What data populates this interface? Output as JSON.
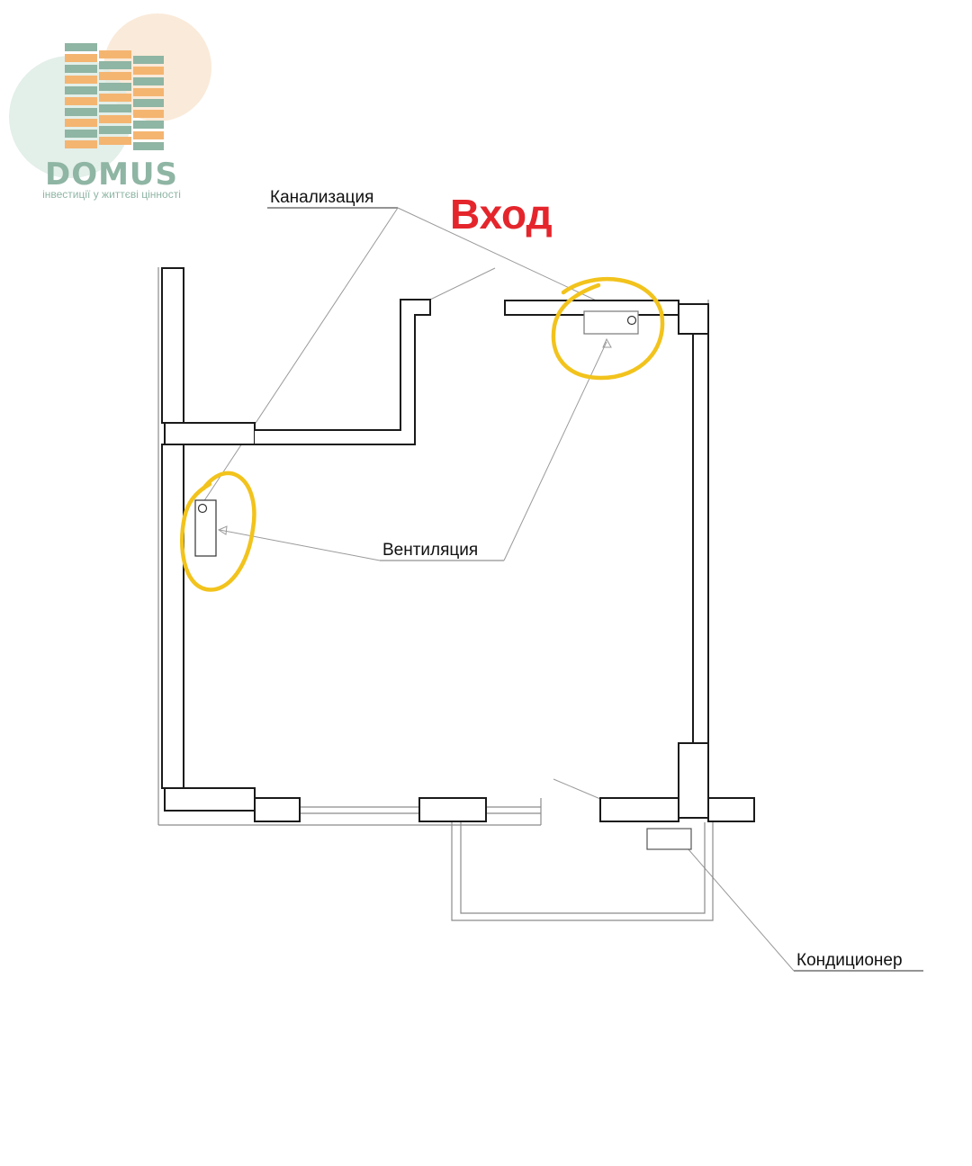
{
  "logo": {
    "name": "DOMUS",
    "tagline": "інвестиції у життєві цінності",
    "colors": {
      "teal": "#8fb5a4",
      "orange": "#f4b571",
      "peach": "#f8e3cc",
      "mint": "#dcebe4"
    }
  },
  "labels": {
    "entrance": "Вход",
    "sewer": "Канализация",
    "ventilation": "Вентиляция",
    "air_conditioner": "Кондиционер"
  },
  "colors": {
    "entrance_text": "#e4262c",
    "highlight": "#f2c31c",
    "wall_line": "#1a1a1a",
    "thin_line": "#8c8c8c",
    "leader_line": "#9a9a9a"
  }
}
